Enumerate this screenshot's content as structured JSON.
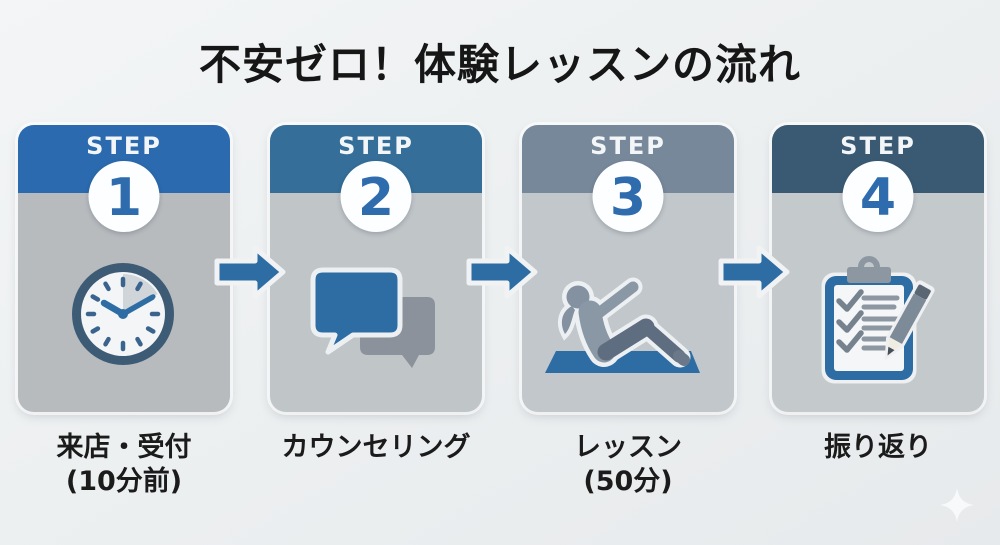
{
  "title": "不安ゼロ！体験レッスンの流れ",
  "colors": {
    "accent_blue": "#2e6da4",
    "number_blue": "#2f6cae",
    "arrow_blue": "#2e6da4",
    "background_light": "#edf0f1",
    "title_text": "#161616",
    "caption_text": "#1b1b1b",
    "icon_gray": "#8b929b",
    "dark_slate": "#3e5b76"
  },
  "steps": [
    {
      "step_label": "STEP",
      "number": "1",
      "caption_line1": "来店・受付",
      "caption_line2": "(10分前)",
      "icon": "clock-icon",
      "header_color": "#2b6aae",
      "body_color": "#b7bbbe"
    },
    {
      "step_label": "STEP",
      "number": "2",
      "caption_line1": "カウンセリング",
      "caption_line2": "",
      "icon": "chat-bubbles-icon",
      "header_color": "#346e99",
      "body_color": "#c0c5c8"
    },
    {
      "step_label": "STEP",
      "number": "3",
      "caption_line1": "レッスン",
      "caption_line2": "(50分)",
      "icon": "situp-exercise-icon",
      "header_color": "#77889a",
      "body_color": "#c1c7ca"
    },
    {
      "step_label": "STEP",
      "number": "4",
      "caption_line1": "振り返り",
      "caption_line2": "",
      "icon": "clipboard-checklist-icon",
      "header_color": "#3a5a74",
      "body_color": "#c4c9cc"
    }
  ]
}
